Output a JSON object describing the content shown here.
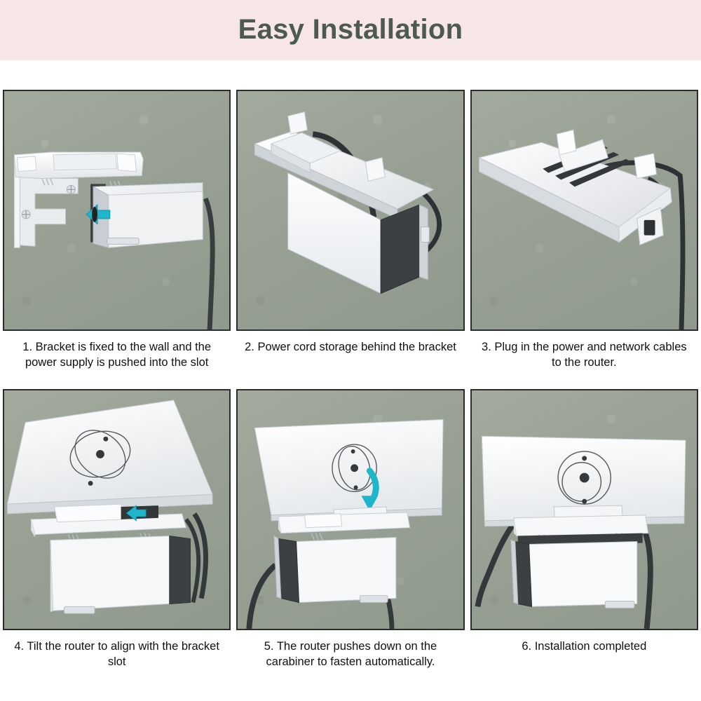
{
  "header": {
    "title": "Easy Installation",
    "band_color": "#f6e7e6",
    "title_color": "#4c5a4f"
  },
  "theme": {
    "wall_color": "#9aa396",
    "panel_border_color": "#2c2c2c",
    "arrow_accent_color": "#1fb6cc",
    "product_white": "#f2f3f4",
    "product_shadow": "#cfd3d6",
    "cable_color": "#3a3d3f",
    "caption_color": "#111111",
    "page_background": "#ffffff"
  },
  "steps": [
    {
      "number": "1",
      "caption": "1. Bracket is fixed to the wall and the power supply is pushed into the slot",
      "scene": "wall-bracket-with-power-supply-sliding-in",
      "arrow": {
        "icon": "arrow-left-icon",
        "direction": "left",
        "color": "#1fb6cc"
      },
      "parts": [
        "wall-bracket",
        "power-supply-brick",
        "mounting-screws",
        "power-cable"
      ]
    },
    {
      "number": "2",
      "caption": "2. Power cord storage behind the bracket",
      "scene": "angled-bracket-with-cord-looped-behind",
      "arrow": null,
      "parts": [
        "wall-bracket",
        "power-supply-brick",
        "coiled-power-cord"
      ]
    },
    {
      "number": "3",
      "caption": "3. Plug in the power and network cables to the router.",
      "scene": "bracket-top-view-with-cables-plugged-in",
      "arrow": null,
      "parts": [
        "wall-bracket",
        "cable-channel",
        "power-cable",
        "network-cable"
      ]
    },
    {
      "number": "4",
      "caption": "4. Tilt the router to align with the bracket slot",
      "scene": "tilted-router-aligning-with-bracket-slot",
      "arrow": {
        "icon": "arrow-right-icon",
        "direction": "right",
        "color": "#1fb6cc"
      },
      "parts": [
        "router-body",
        "router-atom-logo",
        "wall-bracket",
        "power-supply-brick",
        "power-cable"
      ]
    },
    {
      "number": "5",
      "caption": "5. The router pushes down on the carabiner to fasten automatically.",
      "scene": "router-pressed-down-onto-carabiner-latch",
      "arrow": {
        "icon": "arrow-curved-down-icon",
        "direction": "down",
        "color": "#1fb6cc"
      },
      "parts": [
        "router-body",
        "router-atom-logo",
        "carabiner-latch",
        "wall-bracket",
        "power-supply-brick"
      ]
    },
    {
      "number": "6",
      "caption": "6. Installation completed",
      "scene": "completed-wall-mounted-router-assembly",
      "arrow": null,
      "parts": [
        "router-body",
        "router-atom-logo",
        "wall-bracket",
        "power-supply-brick",
        "power-cable"
      ]
    }
  ]
}
